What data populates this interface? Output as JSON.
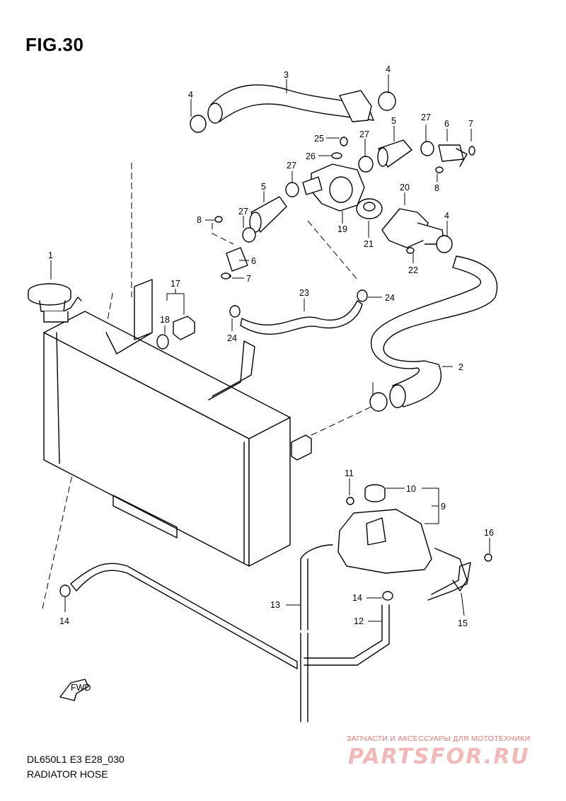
{
  "header": {
    "figure_title": "FIG.30"
  },
  "footer": {
    "model_code": "DL650L1 E3 E28_030",
    "section_name": "RADIATOR HOSE"
  },
  "watermark": {
    "top_text": "ЗАПЧАСТИ И АКСЕССУАРЫ ДЛЯ МОТОТЕХНИКИ",
    "logo_text": "PARTSFOR.RU",
    "color": "#e07a7a"
  },
  "fwd_arrow": {
    "label": "FWD"
  },
  "callouts": {
    "c1": "1",
    "c2": "2",
    "c3": "3",
    "c4a": "4",
    "c4b": "4",
    "c4c": "4",
    "c5a": "5",
    "c5b": "5",
    "c6a": "6",
    "c6b": "6",
    "c7a": "7",
    "c7b": "7",
    "c8a": "8",
    "c8b": "8",
    "c9": "9",
    "c10": "10",
    "c11": "11",
    "c12": "12",
    "c13": "13",
    "c14a": "14",
    "c14b": "14",
    "c15": "15",
    "c16": "16",
    "c17": "17",
    "c18": "18",
    "c19": "19",
    "c20": "20",
    "c21": "21",
    "c22": "22",
    "c23": "23",
    "c24a": "24",
    "c24b": "24",
    "c25": "25",
    "c26": "26",
    "c27a": "27",
    "c27b": "27",
    "c27c": "27",
    "c27d": "27"
  }
}
